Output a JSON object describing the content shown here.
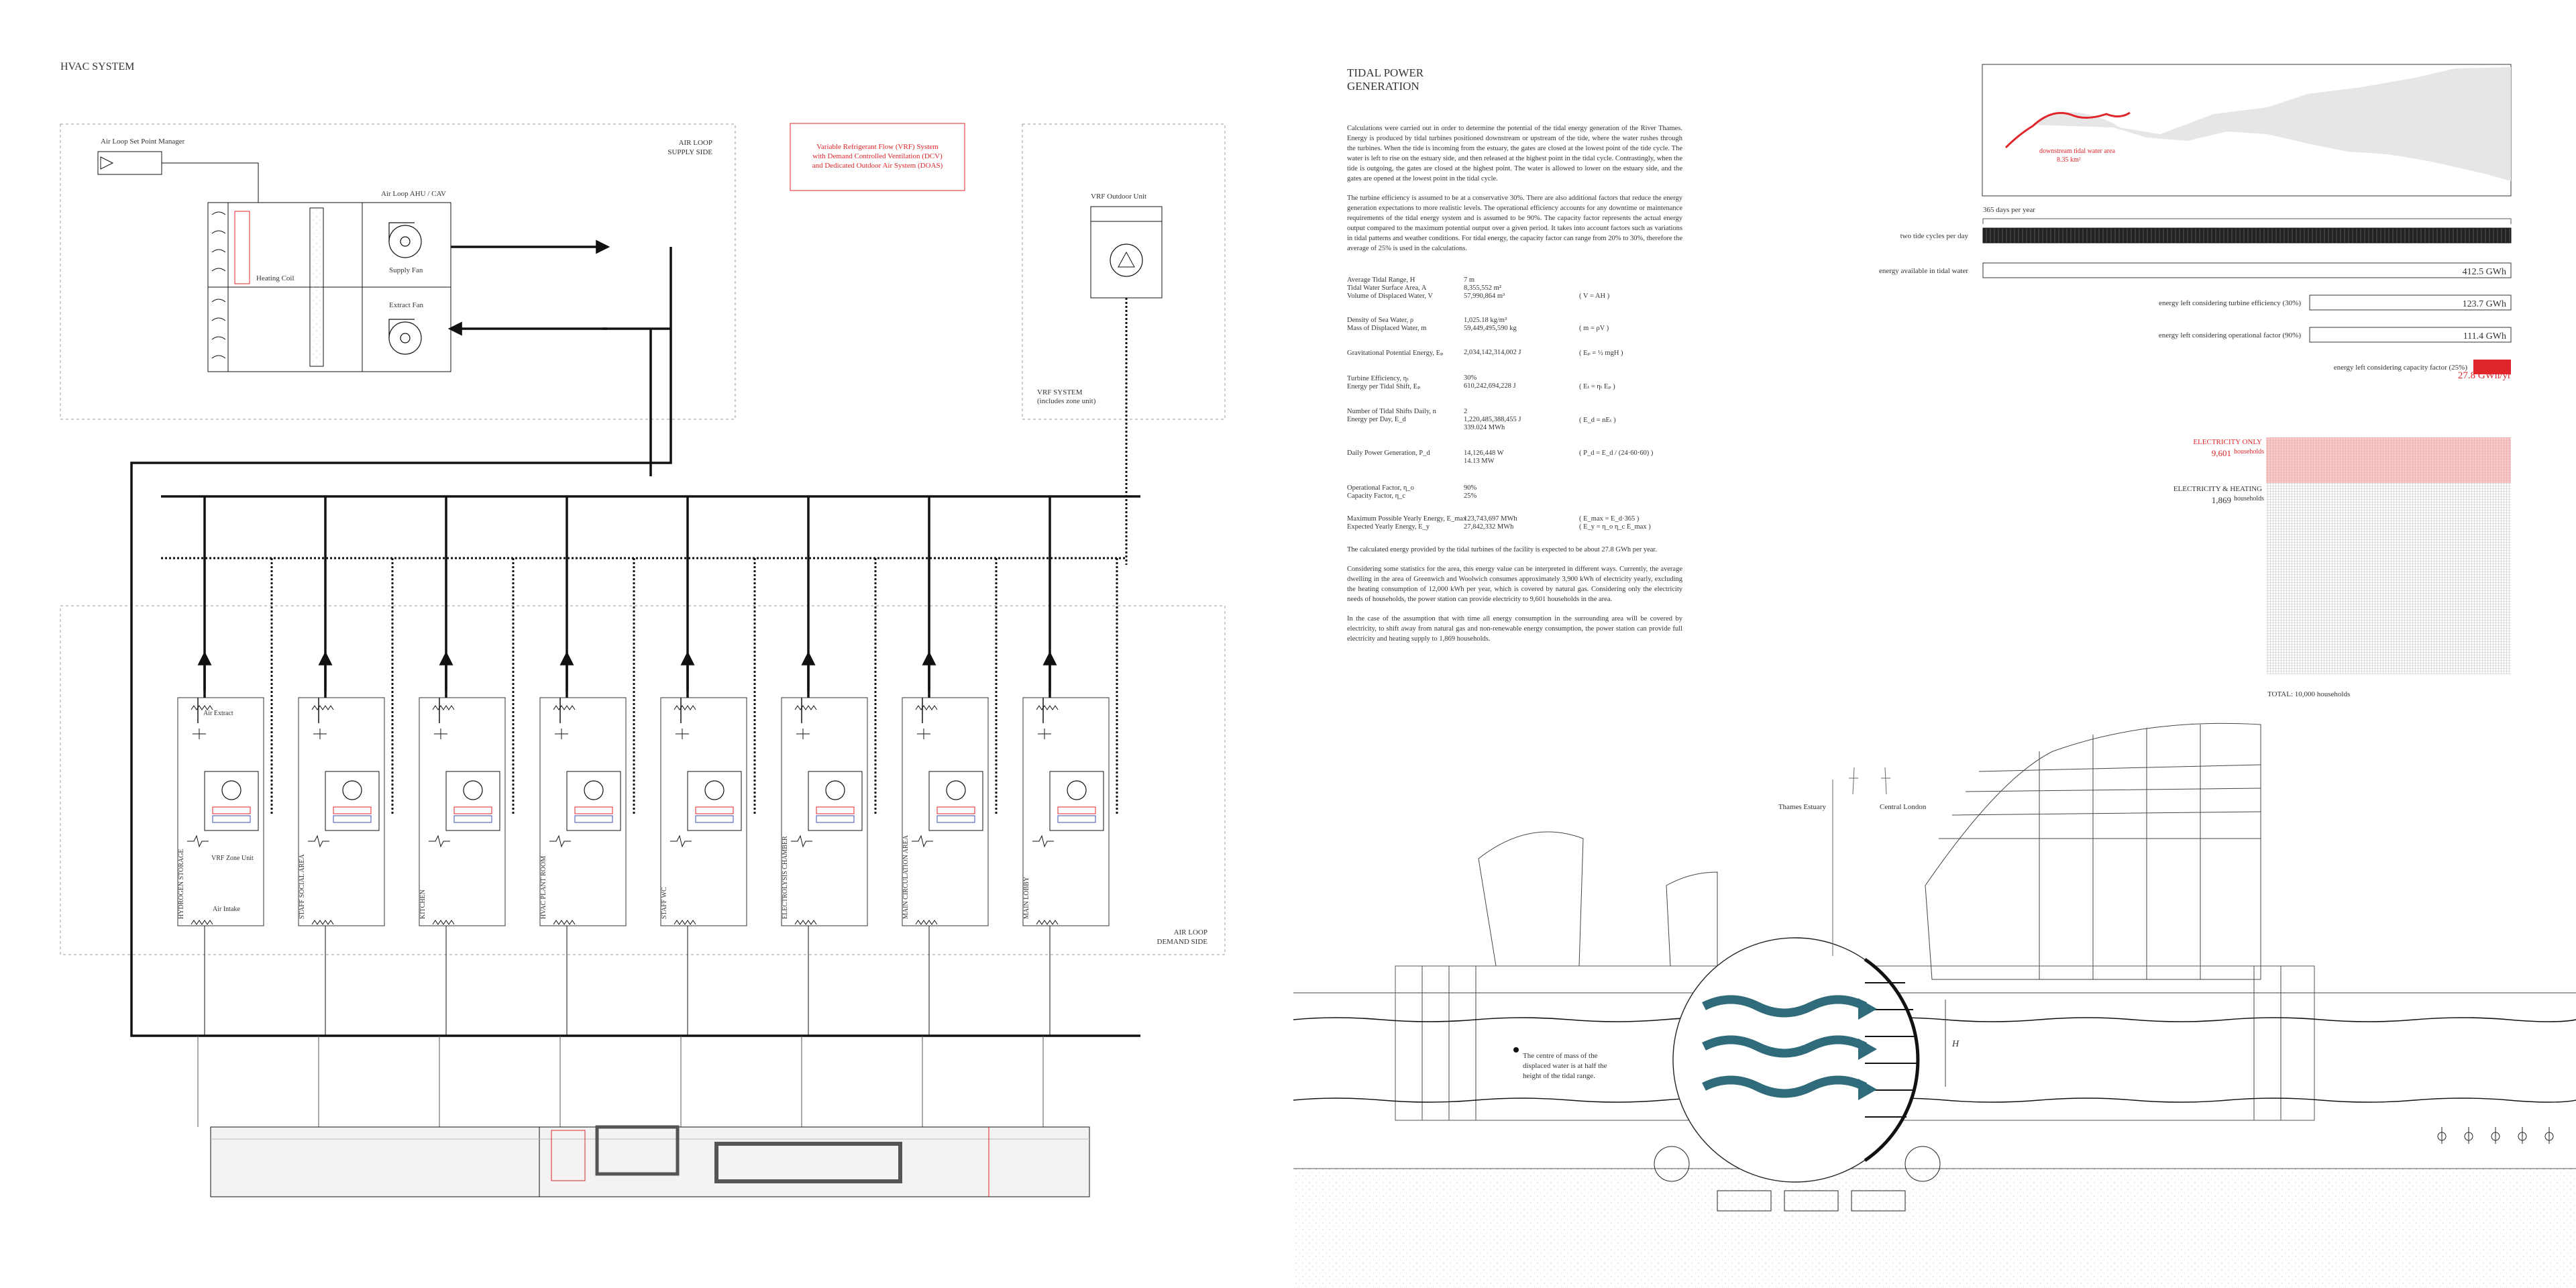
{
  "hvac": {
    "title": "HVAC SYSTEM",
    "air_loop_supply": [
      "AIR LOOP",
      "SUPPLY SIDE"
    ],
    "air_loop_demand": [
      "AIR LOOP",
      "DEMAND SIDE"
    ],
    "set_point_manager": "Air Loop Set Point Manager",
    "ahu_label": "Air Loop AHU / CAV",
    "heating_coil": "Heating Coil",
    "supply_fan": "Supply Fan",
    "extract_fan": "Extract Fan",
    "vrf_note": [
      "Variable Refrigerant Flow (VRF) System",
      "with Demand Controlled Ventilation (DCV)",
      "and Dedicated Outdoor Air System (DOAS)"
    ],
    "vrf_outdoor_unit": "VRF Outdoor Unit",
    "vrf_system": [
      "VRF SYSTEM",
      "(includes zone unit)"
    ],
    "air_extract": "Air Extract",
    "vrf_zone_unit": "VRF Zone Unit",
    "air_intake": "Air Intake",
    "zones": [
      "HYDROGEN STORAGE",
      "STAFF SOCIAL AREA",
      "KITCHEN",
      "HVAC PLANT ROOM",
      "STAFF WC",
      "ELECTROLYSIS CHAMBER",
      "MAIN CIRCULATION AREA",
      "MAIN LOBBY"
    ]
  },
  "tidal": {
    "title": [
      "TIDAL POWER",
      "GENERATION"
    ],
    "paragraphs": [
      "Calculations were carried out in order to determine the potential of the tidal energy generation of the River Thames. Energy is produced by tidal turbines positioned downstream or upstream of the tide, where the water rushes through the turbines. When the tide is incoming from the estuary, the gates are closed at the lowest point of the tide cycle. The water is left to rise on the estuary side, and then released at the highest point in the tidal cycle. Contrastingly, when the tide is outgoing, the gates are closed at the highest point. The water is allowed to lower on the estuary side, and the gates are opened at the lowest point in the tidal cycle.",
      "The turbine efficiency is assumed to be at a conservative 30%. There are also additional factors that reduce the energy generation expectations to more realistic levels. The operational efficiency accounts for any downtime or maintenance requirements of the tidal energy system and is assumed to be 90%. The capacity factor represents the actual energy output compared to the maximum potential output over a given period. It takes into account factors such as variations in tidal patterns and weather conditions. For tidal energy, the capacity factor can range from 20% to 30%, therefore the average of 25% is used in the calculations."
    ],
    "calc_rows": [
      {
        "label": "Average Tidal Range, H",
        "value": "7 m",
        "formula": ""
      },
      {
        "label": "Tidal Water Surface Area, A",
        "value": "8,355,552 m²",
        "formula": ""
      },
      {
        "label": "Volume of Displaced Water, V",
        "value": "57,990,864 m³",
        "formula": "( V = AH )"
      },
      {
        "label": "Density of Sea Water, ρ",
        "value": "1,025.18 kg/m³",
        "formula": ""
      },
      {
        "label": "Mass of Displaced Water, m",
        "value": "59,449,495,590 kg",
        "formula": "( m = ρV )"
      },
      {
        "label": "Gravitational Potential Energy, Eₚ",
        "value": "2,034,142,314,002 J",
        "formula": "( Eₚ = ½ mgH )"
      },
      {
        "label": "Turbine Efficiency, ηₜ",
        "value": "30%",
        "formula": ""
      },
      {
        "label": "Energy per Tidal Shift, Eₚ",
        "value": "610,242,694,228 J",
        "formula": "( Eₜ = ηₜ Eₚ )"
      },
      {
        "label": "Number of Tidal Shifts Daily, n",
        "value": "2",
        "formula": ""
      },
      {
        "label": "Energy per Day, E_d",
        "value": "1,220,485,388,455 J",
        "formula": "( E_d = nEₜ )"
      },
      {
        "label": "",
        "value": "339.024 MWh",
        "formula": ""
      },
      {
        "label": "Daily Power Generation, P_d",
        "value": "14,126,448 W",
        "formula": "( P_d = E_d / (24·60·60) )"
      },
      {
        "label": "",
        "value": "14.13 MW",
        "formula": ""
      },
      {
        "label": "Operational Factor, η_o",
        "value": "90%",
        "formula": ""
      },
      {
        "label": "Capacity Factor, η_c",
        "value": "25%",
        "formula": ""
      },
      {
        "label": "Maximum Possible Yearly Energy, E_max",
        "value": "123,743,697 MWh",
        "formula": "( E_max = E_d·365 )"
      },
      {
        "label": "Expected Yearly Energy, E_y",
        "value": "27,842,332 MWh",
        "formula": "( E_y = η_o η_c E_max )"
      }
    ],
    "paragraphs_after": [
      "The calculated energy provided by the tidal turbines of the facility is expected to be about 27.8 GWh per year.",
      "Considering some statistics for the area, this energy value can be interpreted in different ways. Currently, the average dwelling in the area of Greenwich and Woolwich consumes approximately 3,900 kWh of electricity yearly, excluding the heating consumption of 12,000 kWh per year, which is covered by natural gas. Considering only the electricity needs of households, the power station can provide electricity to 9,601 households in the area.",
      "In the case of the assumption that with time all energy consumption in the surrounding area will be covered by electricity, to shift away from natural gas and non-renewable energy consumption, the power station can provide full electricity and heating supply to 1,869 households."
    ],
    "map_label": [
      "downstream tidal water area",
      "8.35 km²"
    ],
    "days_per_year": "365 days per year",
    "two_tide_cycles": "two tide cycles per day",
    "rows": [
      {
        "label": "energy available in tidal water",
        "value": "412.5 GWh"
      },
      {
        "label": "energy left considering turbine efficiency (30%)",
        "value": "123.7 GWh"
      },
      {
        "label": "energy left considering operational factor (90%)",
        "value": "111.4 GWh"
      },
      {
        "label": "energy left considering capacity factor (25%)",
        "value": ""
      }
    ],
    "result": "27.8 GWh/yr",
    "electricity_only": [
      "ELECTRICITY ONLY",
      "9,601",
      "households"
    ],
    "electricity_heating": [
      "ELECTRICITY & HEATING",
      "1,869",
      "households"
    ],
    "total": "TOTAL: 10,000 households",
    "thames_estuary": "Thames Estuary",
    "central_london": "Central London",
    "centre_mass_note": [
      "The centre of mass of the",
      "displaced water is at half the",
      "height of the tidal range."
    ],
    "h_label": "H"
  },
  "colors": {
    "accent": "#e0262a",
    "teal": "#2f6b7a",
    "line": "#111111",
    "grid": "#9a9a9a"
  }
}
